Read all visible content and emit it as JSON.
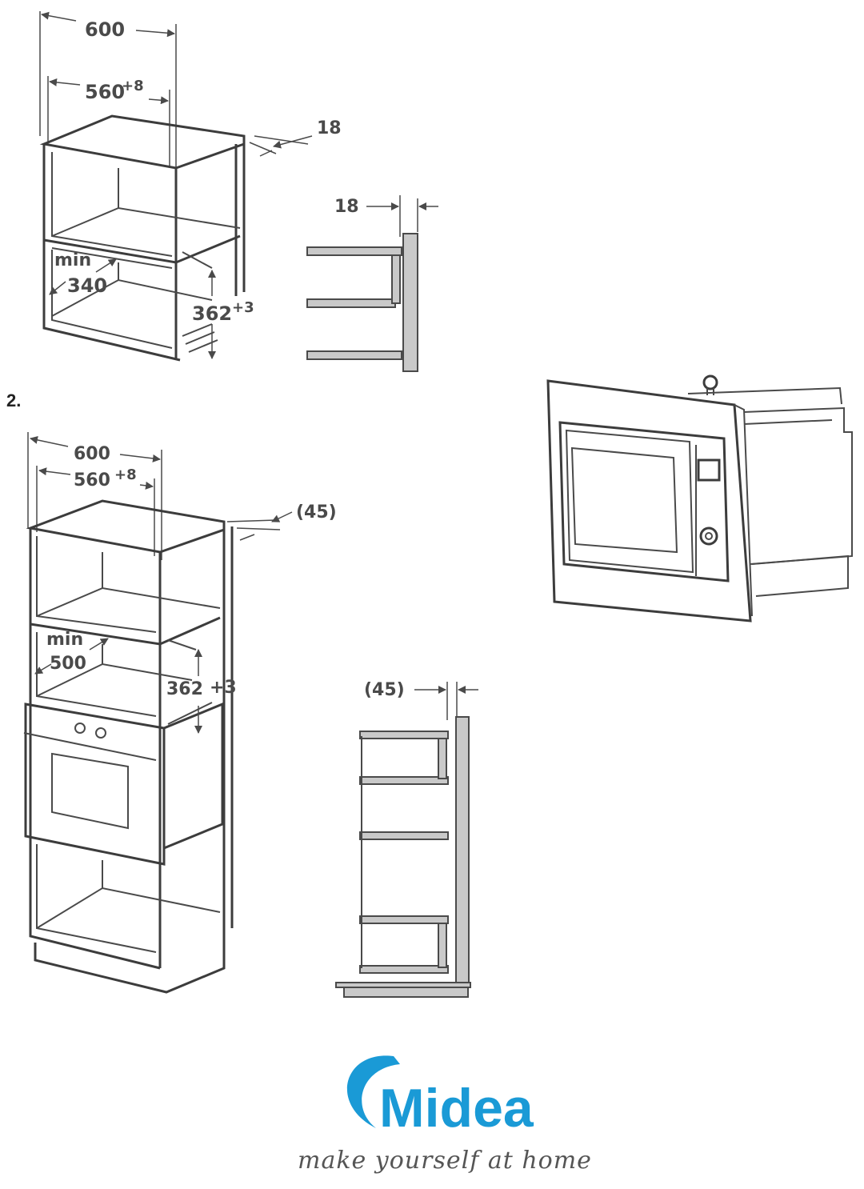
{
  "diagram1": {
    "width_outer": "600",
    "width_inner": "560",
    "width_inner_tol": "+8",
    "side_thickness": "18",
    "depth_min_label": "min",
    "depth_min_value": "340",
    "height": "362",
    "height_tol": "+3",
    "panel_thickness": "18"
  },
  "step2_label": "2.",
  "diagram2": {
    "width_outer": "600",
    "width_inner": "560",
    "width_inner_tol": "+8",
    "side_thickness": "(45)",
    "depth_min_label": "min",
    "depth_min_value": "500",
    "height": "362",
    "height_tol": "+3",
    "panel_thickness": "(45)"
  },
  "brand": {
    "name": "Midea",
    "tagline": "make yourself at home",
    "color": "#1a9ad6"
  }
}
